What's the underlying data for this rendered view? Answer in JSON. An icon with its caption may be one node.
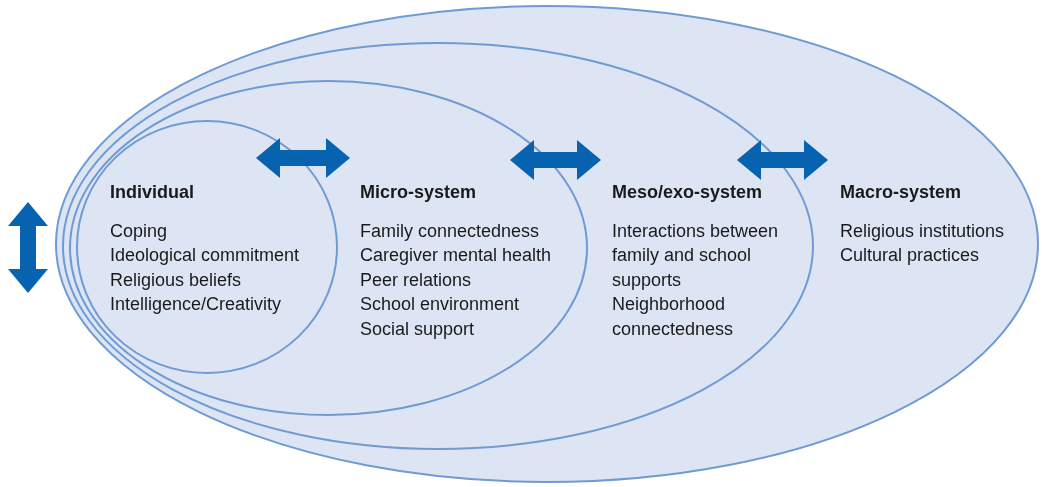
{
  "diagram": {
    "nodes": [
      {
        "text": [
          "Macro-system",
          "Religious institutions",
          "Cultural practices"
        ]
      },
      {
        "text": [
          "Meso/exo-system",
          "Interactions between family and school supports",
          "Neighborhood connectedness"
        ],
        "in": 0
      },
      {
        "text": [
          "Micro-system",
          "Family connectedness",
          "Caregiver mental health",
          "Peer relations",
          "School environment",
          "Social support"
        ],
        "in": 1
      },
      {
        "text": [
          "Individual",
          "Coping",
          "Ideological commitment",
          "Religious beliefs",
          "Intelligence/Creativity"
        ],
        "in": 2
      }
    ],
    "edges": [
      {
        "from": 3,
        "to": 2,
        "arrow": "both"
      },
      {
        "from": 2,
        "to": 1,
        "arrow": "both"
      },
      {
        "from": 1,
        "to": 0,
        "arrow": "both"
      }
    ]
  }
}
